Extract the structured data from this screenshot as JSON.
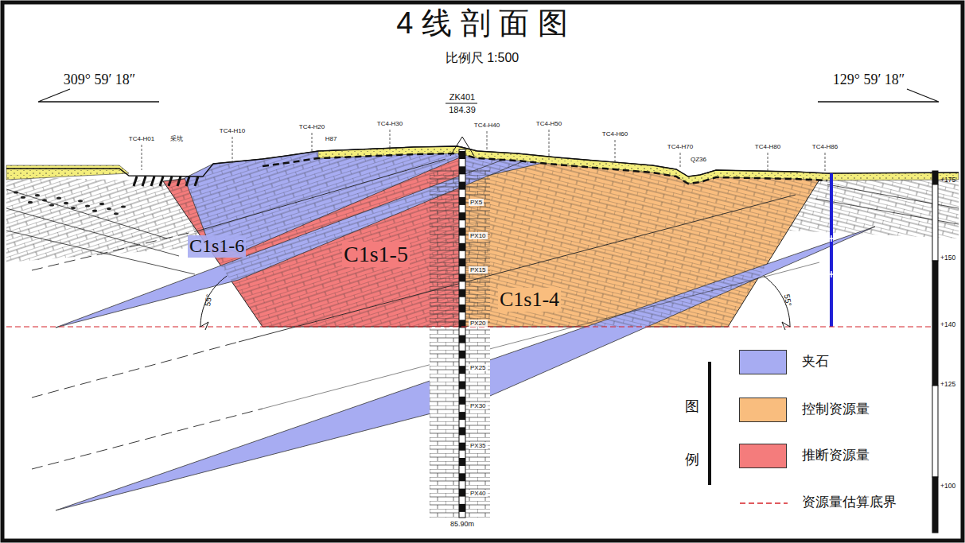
{
  "diagram": {
    "title": "4 线 剖 面 图",
    "labels": [
      "309° 59′ 18″",
      "129° 59′ 18″",
      "ZK401",
      "184.39",
      "85.90m",
      "TC4-H01",
      "采坑",
      "TC4-H10",
      "TC4-H20",
      "H87",
      "TC4-H30",
      "TC4-H40",
      "TC4-H50",
      "TC4-H60",
      "TC4-H70",
      "QZ36",
      "TC4-H80",
      "TC4-H86",
      "PX5",
      "PX10",
      "PX15",
      "PX20",
      "PX25",
      "PX30",
      "PX35",
      "PX40",
      "C1s1-6",
      "C1s1-5",
      "C1s1-4",
      "55°",
      "55°",
      "+175",
      "+150",
      "+140",
      "+125",
      "+100",
      "图例",
      "比例尺 1:500"
    ],
    "legend": [
      {
        "text": "夹石",
        "color": "#a7acf2"
      },
      {
        "text": "控制资源量",
        "color": "#f9bd7e"
      },
      {
        "text": "推断资源量",
        "color": "#f47c7c"
      },
      {
        "text": "资源量估算底界"
      }
    ]
  }
}
